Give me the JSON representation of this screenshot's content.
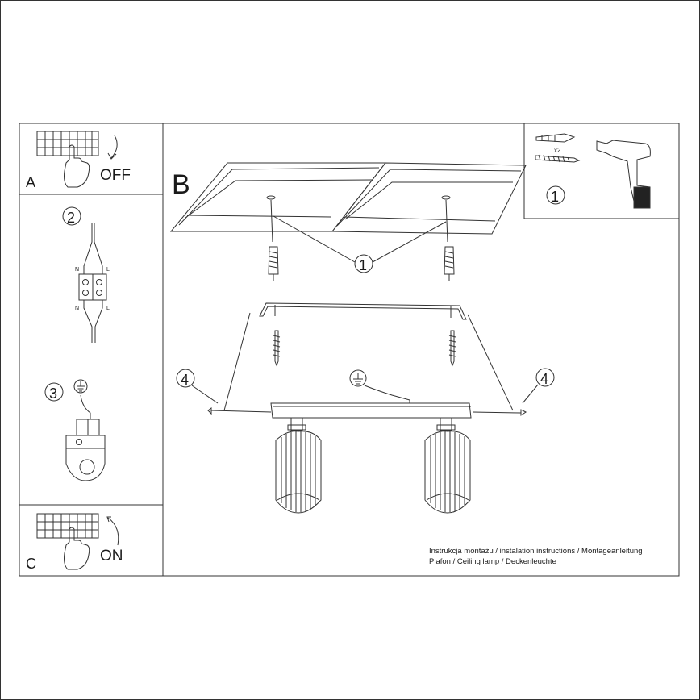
{
  "panels": {
    "a": {
      "letter": "A",
      "text": "OFF"
    },
    "b": {
      "letter": "B"
    },
    "c": {
      "letter": "C",
      "text": "ON"
    }
  },
  "callouts": {
    "tools": "1",
    "ceiling": "1",
    "wiring": "2",
    "ground": "3",
    "screw_left": "4",
    "screw_right": "4"
  },
  "small": {
    "tools_qty": "x2",
    "terminal_n_top": "N",
    "terminal_l_top": "L",
    "terminal_n_bottom": "N",
    "terminal_l_bottom": "L"
  },
  "footer": {
    "line1": "Instrukcja montażu / instalation instructions / Montageanleitung",
    "line2": "Plafon / Ceiling lamp / Deckenleuchte"
  }
}
